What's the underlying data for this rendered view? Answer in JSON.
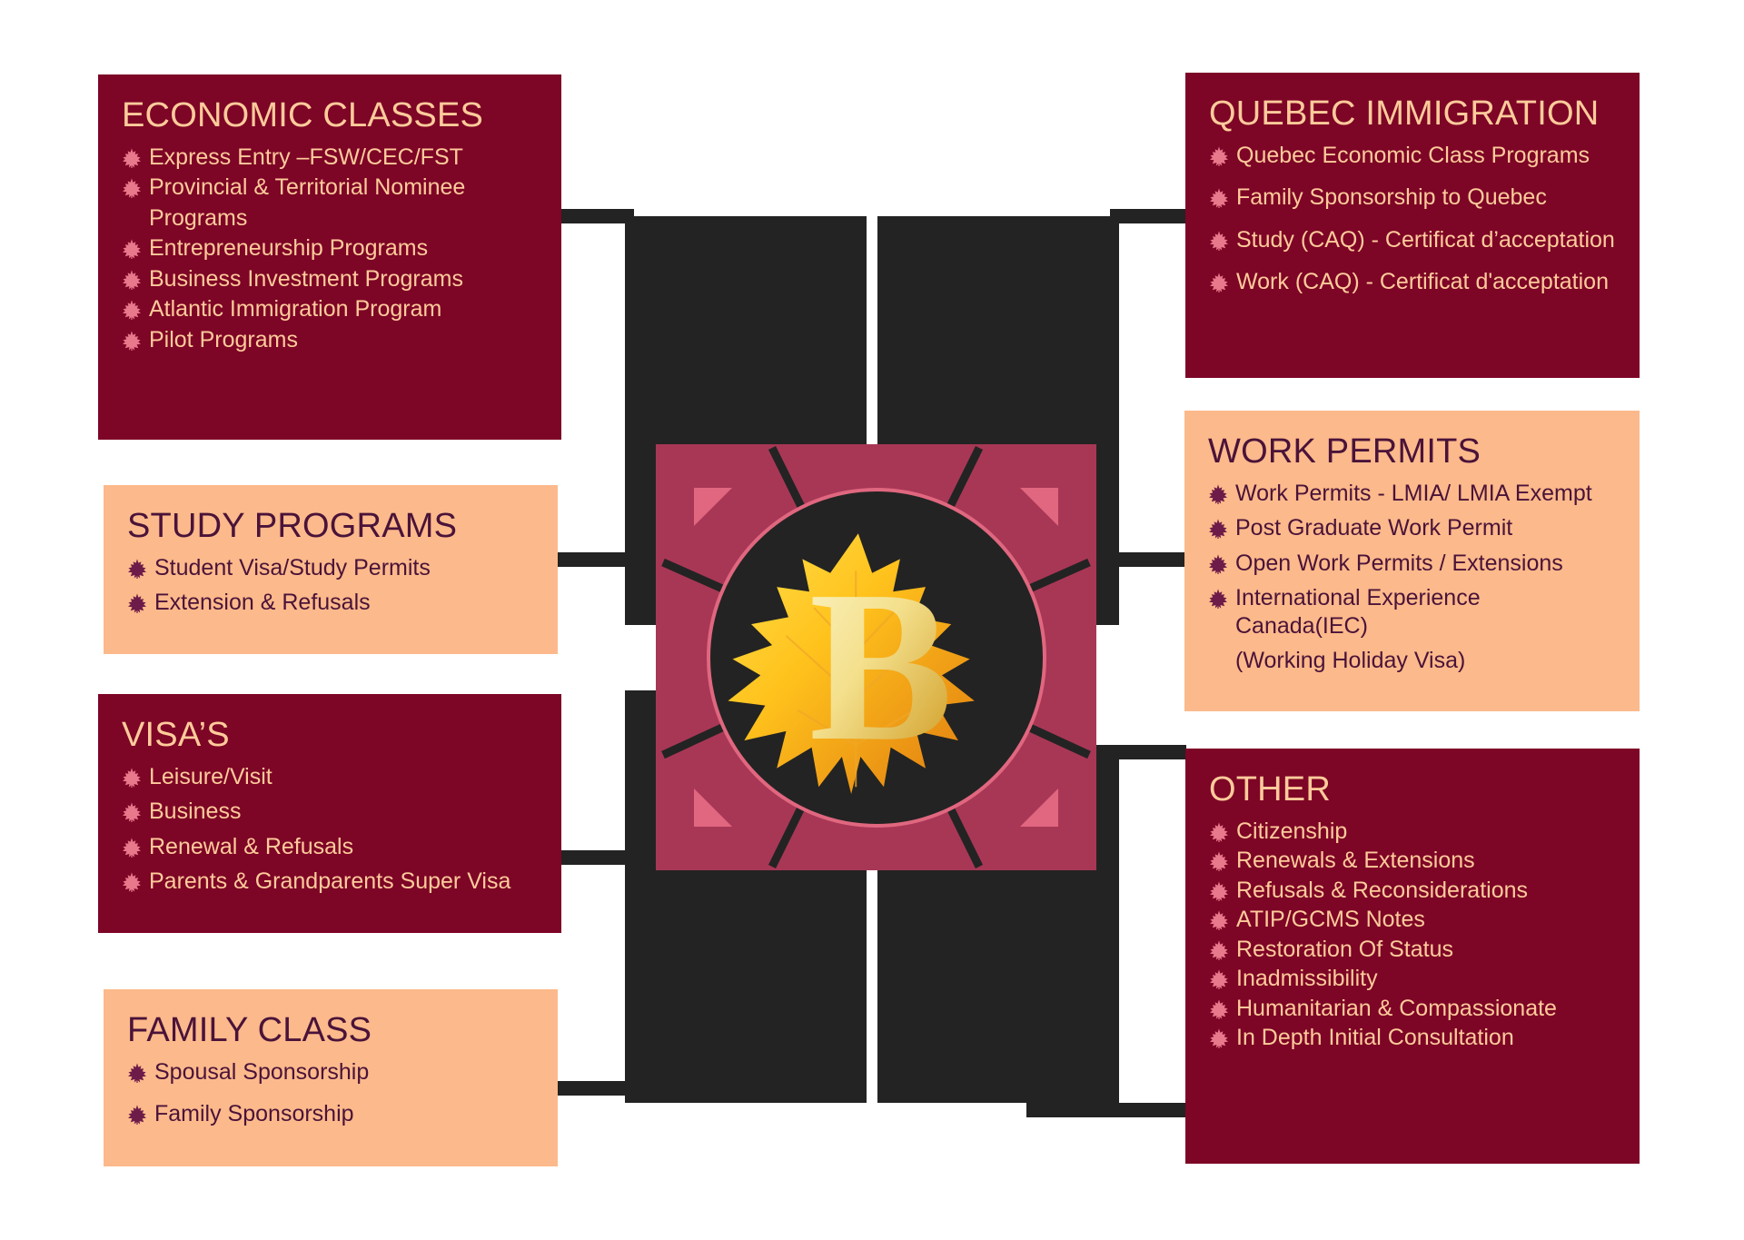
{
  "logo": {
    "letter": "B",
    "leaf_icon": "maple-leaf-icon",
    "colors": {
      "plate": "#a83756",
      "accent_triangle": "#e0677f",
      "disc": "#232323",
      "disc_ring": "#e0677f",
      "leaf_gold_light": "#ffd23f",
      "leaf_gold_dark": "#e8821c",
      "letter_gold_light": "#f8edb0",
      "letter_gold_dark": "#d9a227"
    }
  },
  "theme": {
    "dark_card_bg": "#7d0526",
    "dark_card_text": "#ffcb9b",
    "light_card_bg": "#fcb98b",
    "light_card_text": "#4a1339",
    "connector": "#232323",
    "bullet_dark_card": "#e8788b",
    "bullet_light_card": "#6d1b48",
    "page_bg": "#ffffff"
  },
  "cards": {
    "economic": {
      "title": "ECONOMIC CLASSES",
      "style": "dark",
      "items": [
        {
          "text": "Express Entry –FSW/CEC/FST",
          "continuation": false
        },
        {
          "text": "Provincial & Territorial Nominee",
          "continuation": false
        },
        {
          "text": "Programs",
          "continuation": true
        },
        {
          "text": "Entrepreneurship Programs",
          "continuation": false
        },
        {
          "text": "Business Investment Programs",
          "continuation": false
        },
        {
          "text": "Atlantic Immigration Program",
          "continuation": false
        },
        {
          "text": "Pilot Programs",
          "continuation": false
        }
      ]
    },
    "study": {
      "title": "STUDY PROGRAMS",
      "style": "light",
      "items": [
        {
          "text": "Student Visa/Study Permits",
          "continuation": false
        },
        {
          "text": "Extension & Refusals",
          "continuation": false
        }
      ]
    },
    "visas": {
      "title": "VISA’S",
      "style": "dark",
      "items": [
        {
          "text": "Leisure/Visit",
          "continuation": false
        },
        {
          "text": "Business",
          "continuation": false
        },
        {
          "text": "Renewal & Refusals",
          "continuation": false
        },
        {
          "text": "Parents & Grandparents Super Visa",
          "continuation": false
        }
      ]
    },
    "family": {
      "title": "FAMILY CLASS",
      "style": "light",
      "items": [
        {
          "text": "Spousal Sponsorship",
          "continuation": false
        },
        {
          "text": "Family Sponsorship",
          "continuation": false
        }
      ]
    },
    "quebec": {
      "title": "QUEBEC IMMIGRATION",
      "style": "dark",
      "items": [
        {
          "text": "Quebec Economic Class Programs",
          "continuation": false
        },
        {
          "text": "Family Sponsorship to Quebec",
          "continuation": false
        },
        {
          "text": "Study (CAQ) - Certificat d’acceptation",
          "continuation": false
        },
        {
          "text": "Work (CAQ) - Certificat d'acceptation",
          "continuation": false
        }
      ]
    },
    "work": {
      "title": "WORK PERMITS",
      "style": "light",
      "items": [
        {
          "text": "Work Permits - LMIA/ LMIA Exempt",
          "continuation": false
        },
        {
          "text": "Post Graduate Work Permit",
          "continuation": false
        },
        {
          "text": "Open Work Permits / Extensions",
          "continuation": false
        },
        {
          "text": "International Experience Canada(IEC)",
          "continuation": false
        },
        {
          "text": "(Working Holiday Visa)",
          "continuation": true
        }
      ]
    },
    "other": {
      "title": "OTHER",
      "style": "dark",
      "items": [
        {
          "text": "Citizenship",
          "continuation": false
        },
        {
          "text": "Renewals & Extensions",
          "continuation": false
        },
        {
          "text": "Refusals & Reconsiderations",
          "continuation": false
        },
        {
          "text": "ATIP/GCMS Notes",
          "continuation": false
        },
        {
          "text": "Restoration Of Status",
          "continuation": false
        },
        {
          "text": "Inadmissibility",
          "continuation": false
        },
        {
          "text": "Humanitarian & Compassionate",
          "continuation": false
        },
        {
          "text": "In Depth Initial Consultation",
          "continuation": false
        }
      ]
    }
  }
}
